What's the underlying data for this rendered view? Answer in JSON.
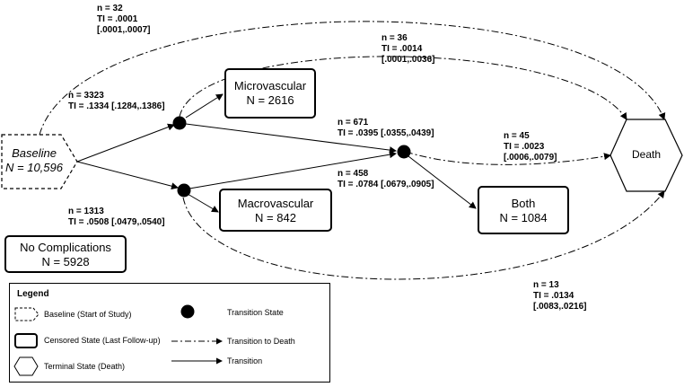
{
  "nodes": {
    "baseline": {
      "title": "Baseline",
      "count": "N = 10,596"
    },
    "microvascular": {
      "title": "Microvascular",
      "count": "N = 2616"
    },
    "macrovascular": {
      "title": "Macrovascular",
      "count": "N = 842"
    },
    "both": {
      "title": "Both",
      "count": "N = 1084"
    },
    "no_complications": {
      "title": "No Complications",
      "count": "N = 5928"
    },
    "death": {
      "title": "Death"
    }
  },
  "edge_labels": {
    "baseline_death": {
      "n": "n = 32",
      "ti": "TI = .0001",
      "ci": "[.0001,.0007]"
    },
    "micro_death": {
      "n": "n = 36",
      "ti": "TI = .0014",
      "ci": "[.0001,.0036]"
    },
    "baseline_micro": {
      "n": "n = 3323",
      "ti": "TI = .1334 [.1284,.1386]"
    },
    "micro_both": {
      "n": "n = 671",
      "ti": "TI = .0395 [.0355,.0439]"
    },
    "both_death": {
      "n": "n = 45",
      "ti": "TI = .0023",
      "ci": "[.0006,.0079]"
    },
    "baseline_macro": {
      "n": "n = 1313",
      "ti": "TI = .0508 [.0479,.0540]"
    },
    "macro_both": {
      "n": "n = 458",
      "ti": "TI = .0784 [.0679,.0905]"
    },
    "macro_death": {
      "n": "n = 13",
      "ti": "TI = .0134",
      "ci": "[.0083,.0216]"
    }
  },
  "legend": {
    "title": "Legend",
    "baseline": "Baseline (Start of Study)",
    "censored": "Censored State (Last Follow-up)",
    "terminal": "Terminal State (Death)",
    "transition_state": "Transition State",
    "transition_to_death": "Transition to Death",
    "transition": "Transition"
  }
}
